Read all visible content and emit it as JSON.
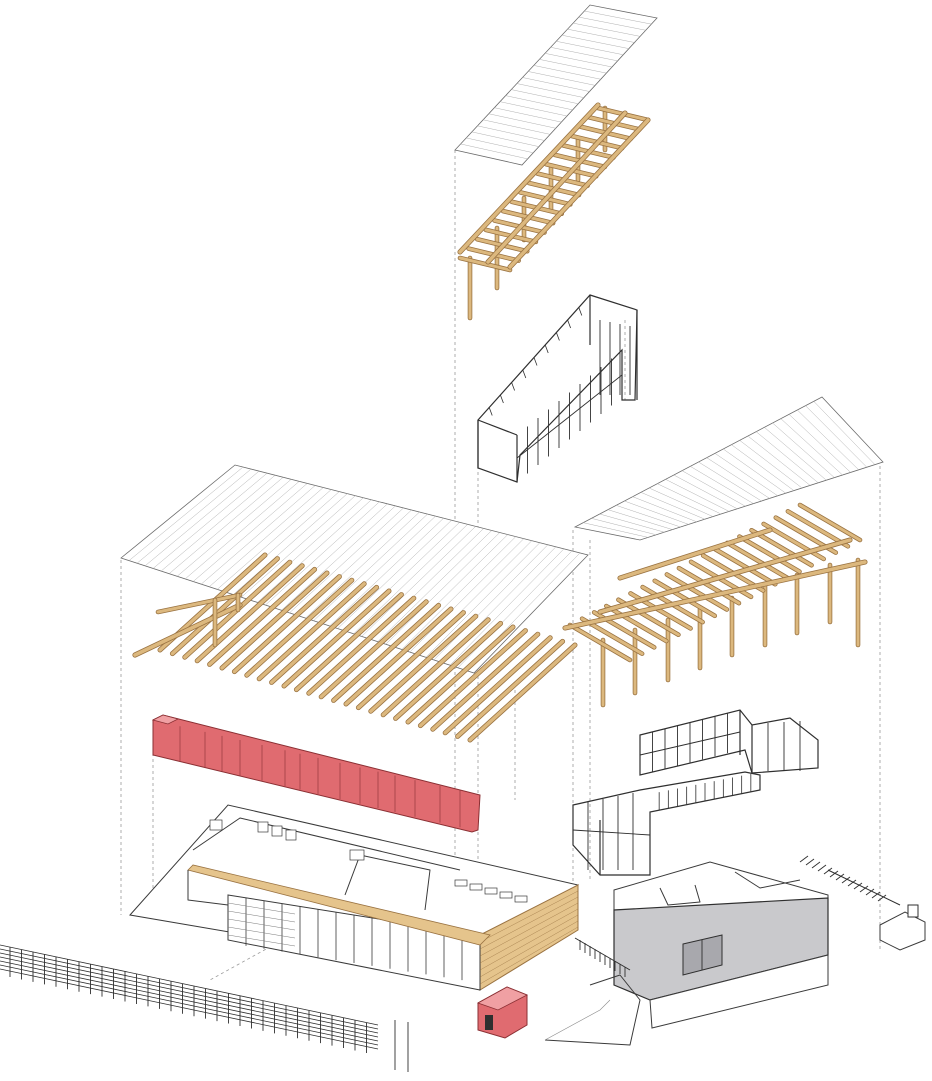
{
  "palette": {
    "timber": "#dcb87e",
    "timber_dark": "#9a7342",
    "red_volume": "#e06b70",
    "red_volume_edge": "#8a2f33",
    "grey_volume": "#c9c9cc",
    "wood_wall": "#e5c48c",
    "line": "#3a3a3a"
  },
  "components": [
    {
      "id": "east-roof-sheet",
      "kind": "roof"
    },
    {
      "id": "east-timber-pergola",
      "kind": "timber-frame"
    },
    {
      "id": "east-glazing-frame",
      "kind": "curtain-wall"
    },
    {
      "id": "main-roof-sheet",
      "kind": "roof"
    },
    {
      "id": "main-timber-rafters",
      "kind": "timber-frame"
    },
    {
      "id": "red-service-volume",
      "kind": "core"
    },
    {
      "id": "main-ground-floor",
      "kind": "floor-plan"
    },
    {
      "id": "south-roof-sheet",
      "kind": "roof"
    },
    {
      "id": "south-timber-pergola",
      "kind": "timber-frame"
    },
    {
      "id": "south-glazing-frames",
      "kind": "curtain-wall"
    },
    {
      "id": "grey-annex-volume",
      "kind": "annex"
    },
    {
      "id": "site-fence",
      "kind": "landscape"
    },
    {
      "id": "red-small-volume",
      "kind": "core"
    }
  ]
}
